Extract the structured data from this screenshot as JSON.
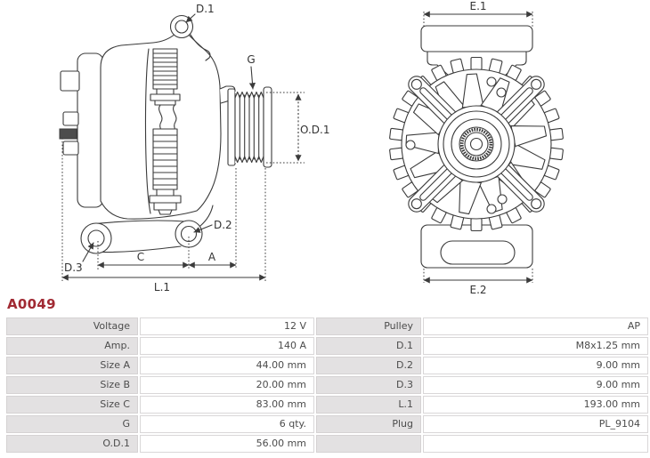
{
  "title": {
    "part_code": "A0049"
  },
  "colors": {
    "accent_red": "#A12A33",
    "diagram_line": "#3B3B3B",
    "table_label_bg": "#E3E1E2",
    "table_border": "#D5D2D3",
    "table_text": "#4C4C4C"
  },
  "diagram": {
    "labels": {
      "d1": "D.1",
      "g": "G",
      "od1": "O.D.1",
      "d2": "D.2",
      "d3": "D.3",
      "c": "C",
      "a": "A",
      "l1": "L.1",
      "e1": "E.1",
      "e2": "E.2"
    }
  },
  "spec_tables": {
    "left": {
      "rows": [
        {
          "label": "Voltage",
          "value": "12 V"
        },
        {
          "label": "Amp.",
          "value": "140 A"
        },
        {
          "label": "Size A",
          "value": "44.00 mm"
        },
        {
          "label": "Size B",
          "value": "20.00 mm"
        },
        {
          "label": "Size C",
          "value": "83.00 mm"
        },
        {
          "label": "G",
          "value": "6 qty."
        },
        {
          "label": "O.D.1",
          "value": "56.00 mm"
        }
      ]
    },
    "right": {
      "rows": [
        {
          "label": "Pulley",
          "value": "AP"
        },
        {
          "label": "D.1",
          "value": "M8x1.25 mm"
        },
        {
          "label": "D.2",
          "value": "9.00 mm"
        },
        {
          "label": "D.3",
          "value": "9.00 mm"
        },
        {
          "label": "L.1",
          "value": "193.00 mm"
        },
        {
          "label": "Plug",
          "value": "PL_9104"
        },
        {
          "label": "",
          "value": ""
        }
      ]
    }
  }
}
